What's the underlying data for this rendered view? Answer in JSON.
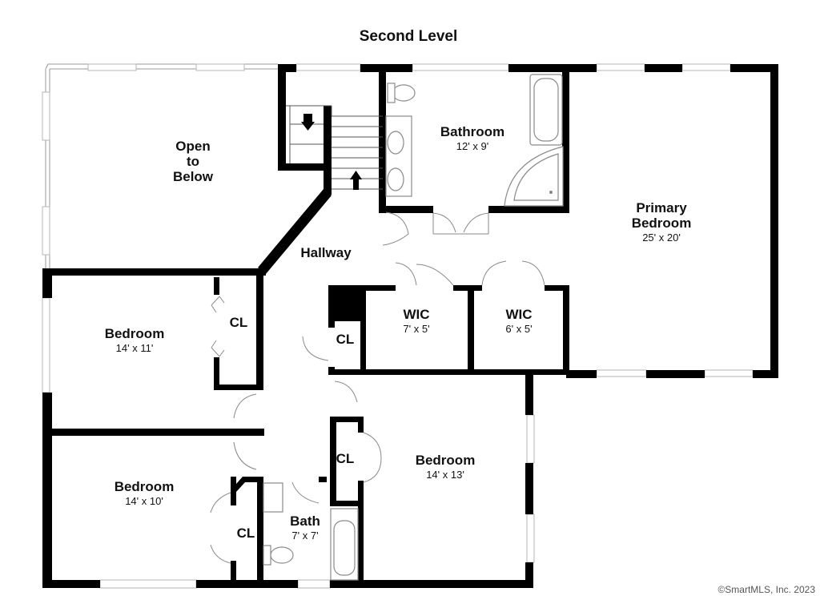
{
  "title": "Second Level",
  "copyright": "©SmartMLS, Inc.  2023",
  "rooms": {
    "open_to_below": {
      "line1": "Open",
      "line2": "to",
      "line3": "Below"
    },
    "bathroom": {
      "name": "Bathroom",
      "dims": "12' x 9'"
    },
    "primary_bedroom": {
      "line1": "Primary",
      "line2": "Bedroom",
      "dims": "25' x 20'"
    },
    "hallway": {
      "name": "Hallway"
    },
    "bedroom_upper_left": {
      "name": "Bedroom",
      "dims": "14' x 11'"
    },
    "closet_upper_left": {
      "name": "CL"
    },
    "wic_left": {
      "name": "WIC",
      "dims": "7' x 5'"
    },
    "wic_right": {
      "name": "WIC",
      "dims": "6' x 5'"
    },
    "closet_center": {
      "name": "CL"
    },
    "bedroom_right": {
      "name": "Bedroom",
      "dims": "14' x 13'"
    },
    "closet_right": {
      "name": "CL"
    },
    "bedroom_lower_left": {
      "name": "Bedroom",
      "dims": "14' x 10'"
    },
    "closet_lower_left": {
      "name": "CL"
    },
    "bath": {
      "name": "Bath",
      "dims": "7' x 7'"
    }
  }
}
